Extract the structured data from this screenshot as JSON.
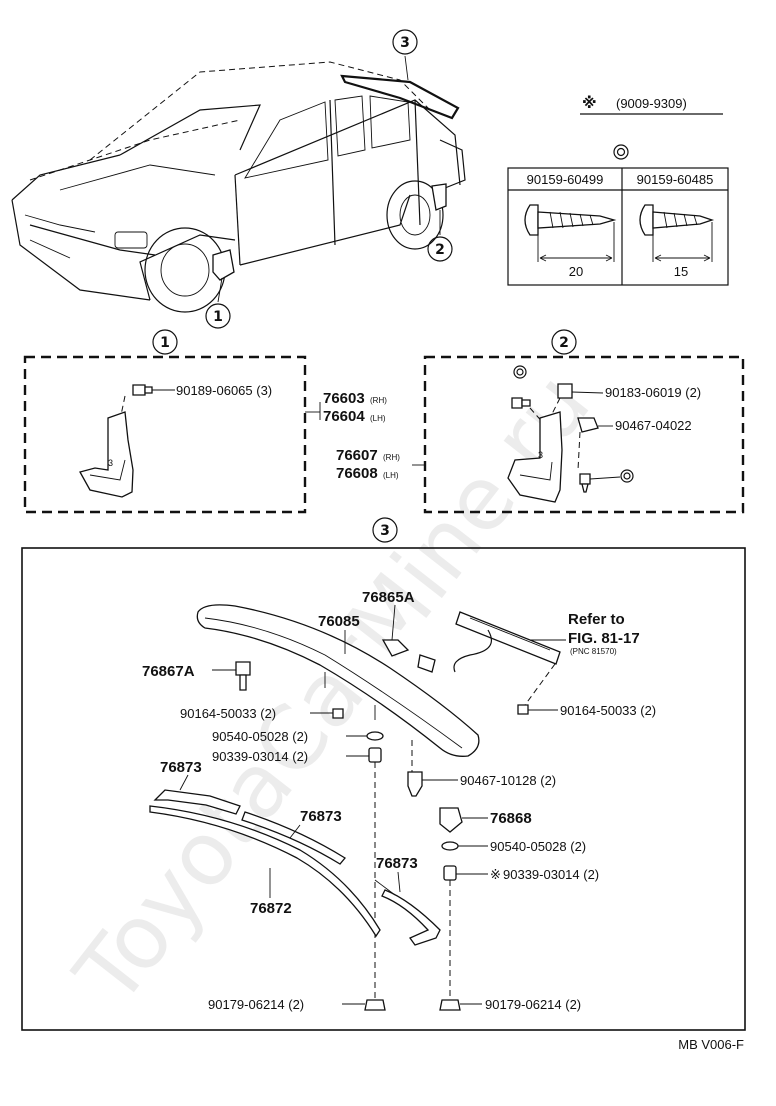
{
  "watermark": "ToyotaCarMine.ru",
  "callouts": {
    "c1": "1",
    "c2": "2",
    "c3": "3"
  },
  "note": {
    "symbol": "※",
    "range": "(9009-9309)",
    "marker": "◎",
    "fasteners": [
      {
        "part_no": "90159-60499",
        "length": "20"
      },
      {
        "part_no": "90159-60485",
        "length": "15"
      }
    ]
  },
  "panel1": {
    "label": "1",
    "bolt": "90189-06065 (3)",
    "flap_rh": "76603",
    "flap_lh": "76604",
    "rh": "(RH)",
    "lh": "(LH)"
  },
  "panel2": {
    "label": "2",
    "clip": "90183-06019 (2)",
    "nut": "90467-04022",
    "flap_rh": "76607",
    "flap_lh": "76608",
    "rh": "(RH)",
    "lh": "(LH)"
  },
  "panel3": {
    "label": "3",
    "spoiler": "76085",
    "bracket_a": "76865A",
    "bracket_b": "76867A",
    "refer_to": "Refer to",
    "fig": "FIG. 81-17",
    "pnc": "(PNC 81570)",
    "screw_left": "90164-50033 (2)",
    "screw_right": "90164-50033 (2)",
    "washer_left": "90540-05028 (2)",
    "spacer_left": "90339-03014 (2)",
    "nut_clip": "90467-10128 (2)",
    "bracket_c": "76868",
    "washer_right": "90540-05028 (2)",
    "spacer_right_mark": "※",
    "spacer_right": "90339-03014 (2)",
    "gasket_1": "76873",
    "gasket_2": "76873",
    "gasket_3": "76873",
    "seal": "76872",
    "nut_left": "90179-06214 (2)",
    "nut_right": "90179-06214 (2)"
  },
  "footer_code": "MB V006-F"
}
